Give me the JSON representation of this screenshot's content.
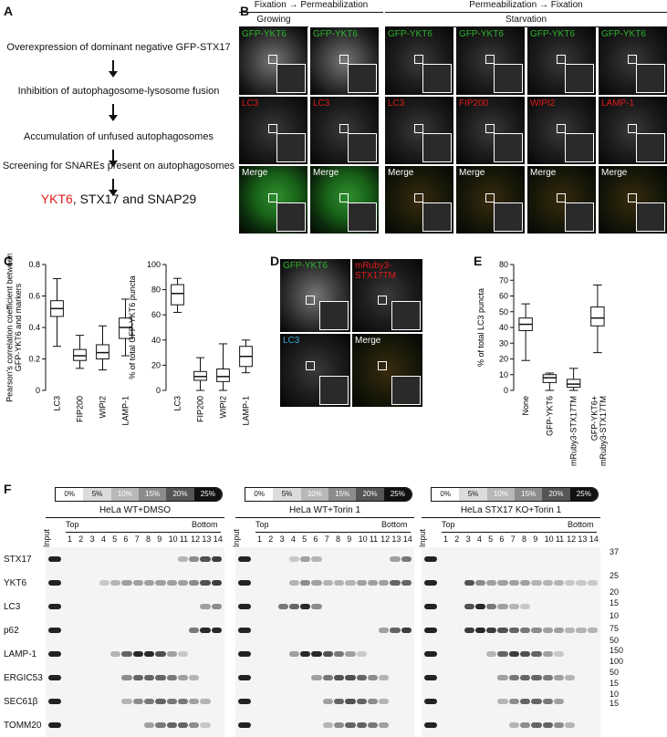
{
  "panels": {
    "A": "A",
    "B": "B",
    "C": "C",
    "D": "D",
    "E": "E",
    "F": "F"
  },
  "panelA": {
    "steps": [
      "Overexpression of dominant negative GFP-STX17",
      "Inhibition of autophagosome-lysosome fusion",
      "Accumulation of unfused autophagosomes",
      "Screening for SNAREs present on autophagosomes"
    ],
    "result_highlight": "YKT6",
    "result_rest": ", STX17 and SNAP29"
  },
  "panelB": {
    "header_left": "Fixation → Permeabilization",
    "header_right": "Permeabilization → Fixation",
    "growing": "Growing",
    "starvation": "Starvation",
    "row1": [
      "GFP-YKT6",
      "GFP-YKT6",
      "GFP-YKT6",
      "GFP-YKT6",
      "GFP-YKT6",
      "GFP-YKT6"
    ],
    "row2": [
      "LC3",
      "LC3",
      "LC3",
      "FIP200",
      "WIPI2",
      "LAMP-1"
    ],
    "row3": [
      "Merge",
      "Merge",
      "Merge",
      "Merge",
      "Merge",
      "Merge"
    ]
  },
  "panelD": {
    "gfp": "GFP-YKT6",
    "ruby": "mRuby3-STX17TM",
    "lc3": "LC3",
    "merge": "Merge"
  },
  "colors": {
    "green": "#2fb52f",
    "red": "#e01b1b",
    "cyan": "#3aa7d6"
  },
  "chart_data": [
    {
      "type": "box",
      "ylabel": "Pearson's correlation coefficient between GFP-YKT6 and markers",
      "categories": [
        "LC3",
        "FIP200",
        "WIPI2",
        "LAMP-1"
      ],
      "ylim": [
        0,
        0.8
      ],
      "yticks": [
        "0",
        "0.2",
        "0.4",
        "0.6",
        "0.8"
      ],
      "boxes": [
        {
          "min": 0.28,
          "q1": 0.47,
          "median": 0.52,
          "q3": 0.57,
          "max": 0.71
        },
        {
          "min": 0.14,
          "q1": 0.19,
          "median": 0.22,
          "q3": 0.26,
          "max": 0.35
        },
        {
          "min": 0.13,
          "q1": 0.2,
          "median": 0.24,
          "q3": 0.29,
          "max": 0.41
        },
        {
          "min": 0.22,
          "q1": 0.33,
          "median": 0.4,
          "q3": 0.46,
          "max": 0.58
        }
      ]
    },
    {
      "type": "box",
      "ylabel": "% of total GFP-YKT6 puncta",
      "categories": [
        "LC3",
        "FIP200",
        "WIPI2",
        "LAMP-1"
      ],
      "ylim": [
        0,
        100
      ],
      "yticks": [
        "0",
        "20",
        "40",
        "60",
        "80",
        "100"
      ],
      "boxes": [
        {
          "min": 62,
          "q1": 68,
          "median": 77,
          "q3": 84,
          "max": 89
        },
        {
          "min": 0,
          "q1": 8,
          "median": 11,
          "q3": 15,
          "max": 26
        },
        {
          "min": 0,
          "q1": 7,
          "median": 11,
          "q3": 17,
          "max": 37
        },
        {
          "min": 14,
          "q1": 19,
          "median": 27,
          "q3": 35,
          "max": 40
        }
      ]
    },
    {
      "type": "box",
      "ylabel": "% of total LC3 puncta",
      "categories": [
        "None",
        "GFP-YKT6",
        "mRuby3-STX17TM",
        "GFP-YKT6+ mRuby3-STX17TM"
      ],
      "ylim": [
        0,
        80
      ],
      "yticks": [
        "0",
        "10",
        "20",
        "30",
        "40",
        "50",
        "60",
        "70",
        "80"
      ],
      "boxes": [
        {
          "min": 19,
          "q1": 38,
          "median": 42,
          "q3": 46,
          "max": 55
        },
        {
          "min": 0,
          "q1": 5,
          "median": 8,
          "q3": 10,
          "max": 11
        },
        {
          "min": 0,
          "q1": 2,
          "median": 4,
          "q3": 7,
          "max": 14
        },
        {
          "min": 24,
          "q1": 41,
          "median": 46,
          "q3": 53,
          "max": 67
        }
      ]
    }
  ],
  "panelF": {
    "gradient": [
      "0%",
      "5%",
      "10%",
      "15%",
      "20%",
      "25%"
    ],
    "conditions": [
      "HeLa WT+DMSO",
      "HeLa WT+Torin 1",
      "HeLa STX17 KO+Torin 1"
    ],
    "top": "Top",
    "bottom": "Bottom",
    "input": "Input",
    "lanes": [
      "1",
      "2",
      "3",
      "4",
      "5",
      "6",
      "7",
      "8",
      "9",
      "10",
      "11",
      "12",
      "13",
      "14"
    ],
    "rows": [
      "STX17",
      "YKT6",
      "LC3",
      "p62",
      "LAMP-1",
      "ERGIC53",
      "SEC61β",
      "TOMM20"
    ],
    "mw": [
      "37",
      "25",
      "20",
      "15",
      "10",
      "75",
      "50",
      "150",
      "100",
      "50",
      "15",
      "10",
      "15"
    ]
  }
}
